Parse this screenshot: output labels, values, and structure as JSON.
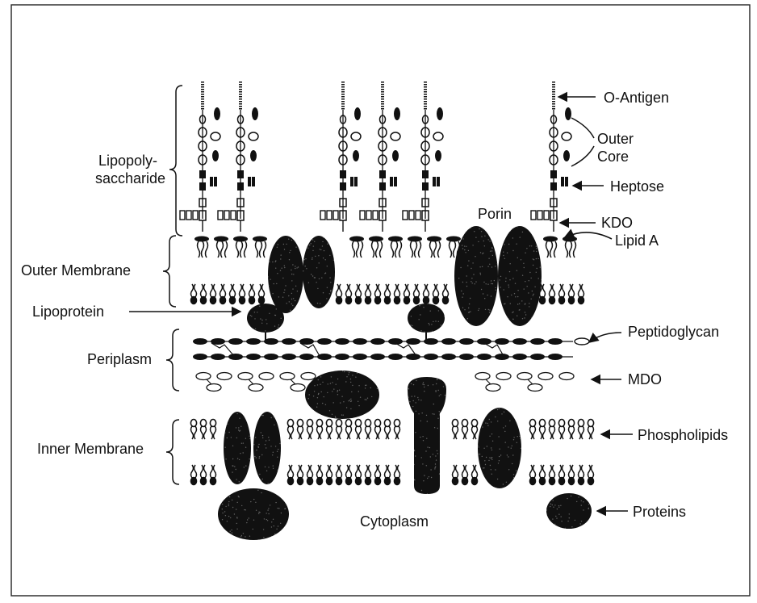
{
  "labels": {
    "lipopolysaccharide": [
      "Lipopoly-",
      "saccharide"
    ],
    "outer_membrane": "Outer Membrane",
    "lipoprotein": "Lipoprotein",
    "periplasm": "Periplasm",
    "inner_membrane": "Inner Membrane",
    "cytoplasm": "Cytoplasm",
    "porin": "Porin"
  },
  "callouts": {
    "o_antigen": "O-Antigen",
    "outer_core": [
      "Outer",
      "Core"
    ],
    "heptose": "Heptose",
    "kdo": "KDO",
    "lipid_a": "Lipid A",
    "peptidoglycan": "Peptidoglycan",
    "mdo": "MDO",
    "phospholipids": "Phospholipids",
    "proteins": "Proteins"
  },
  "colors": {
    "ink": "#111111",
    "paper": "#ffffff"
  }
}
